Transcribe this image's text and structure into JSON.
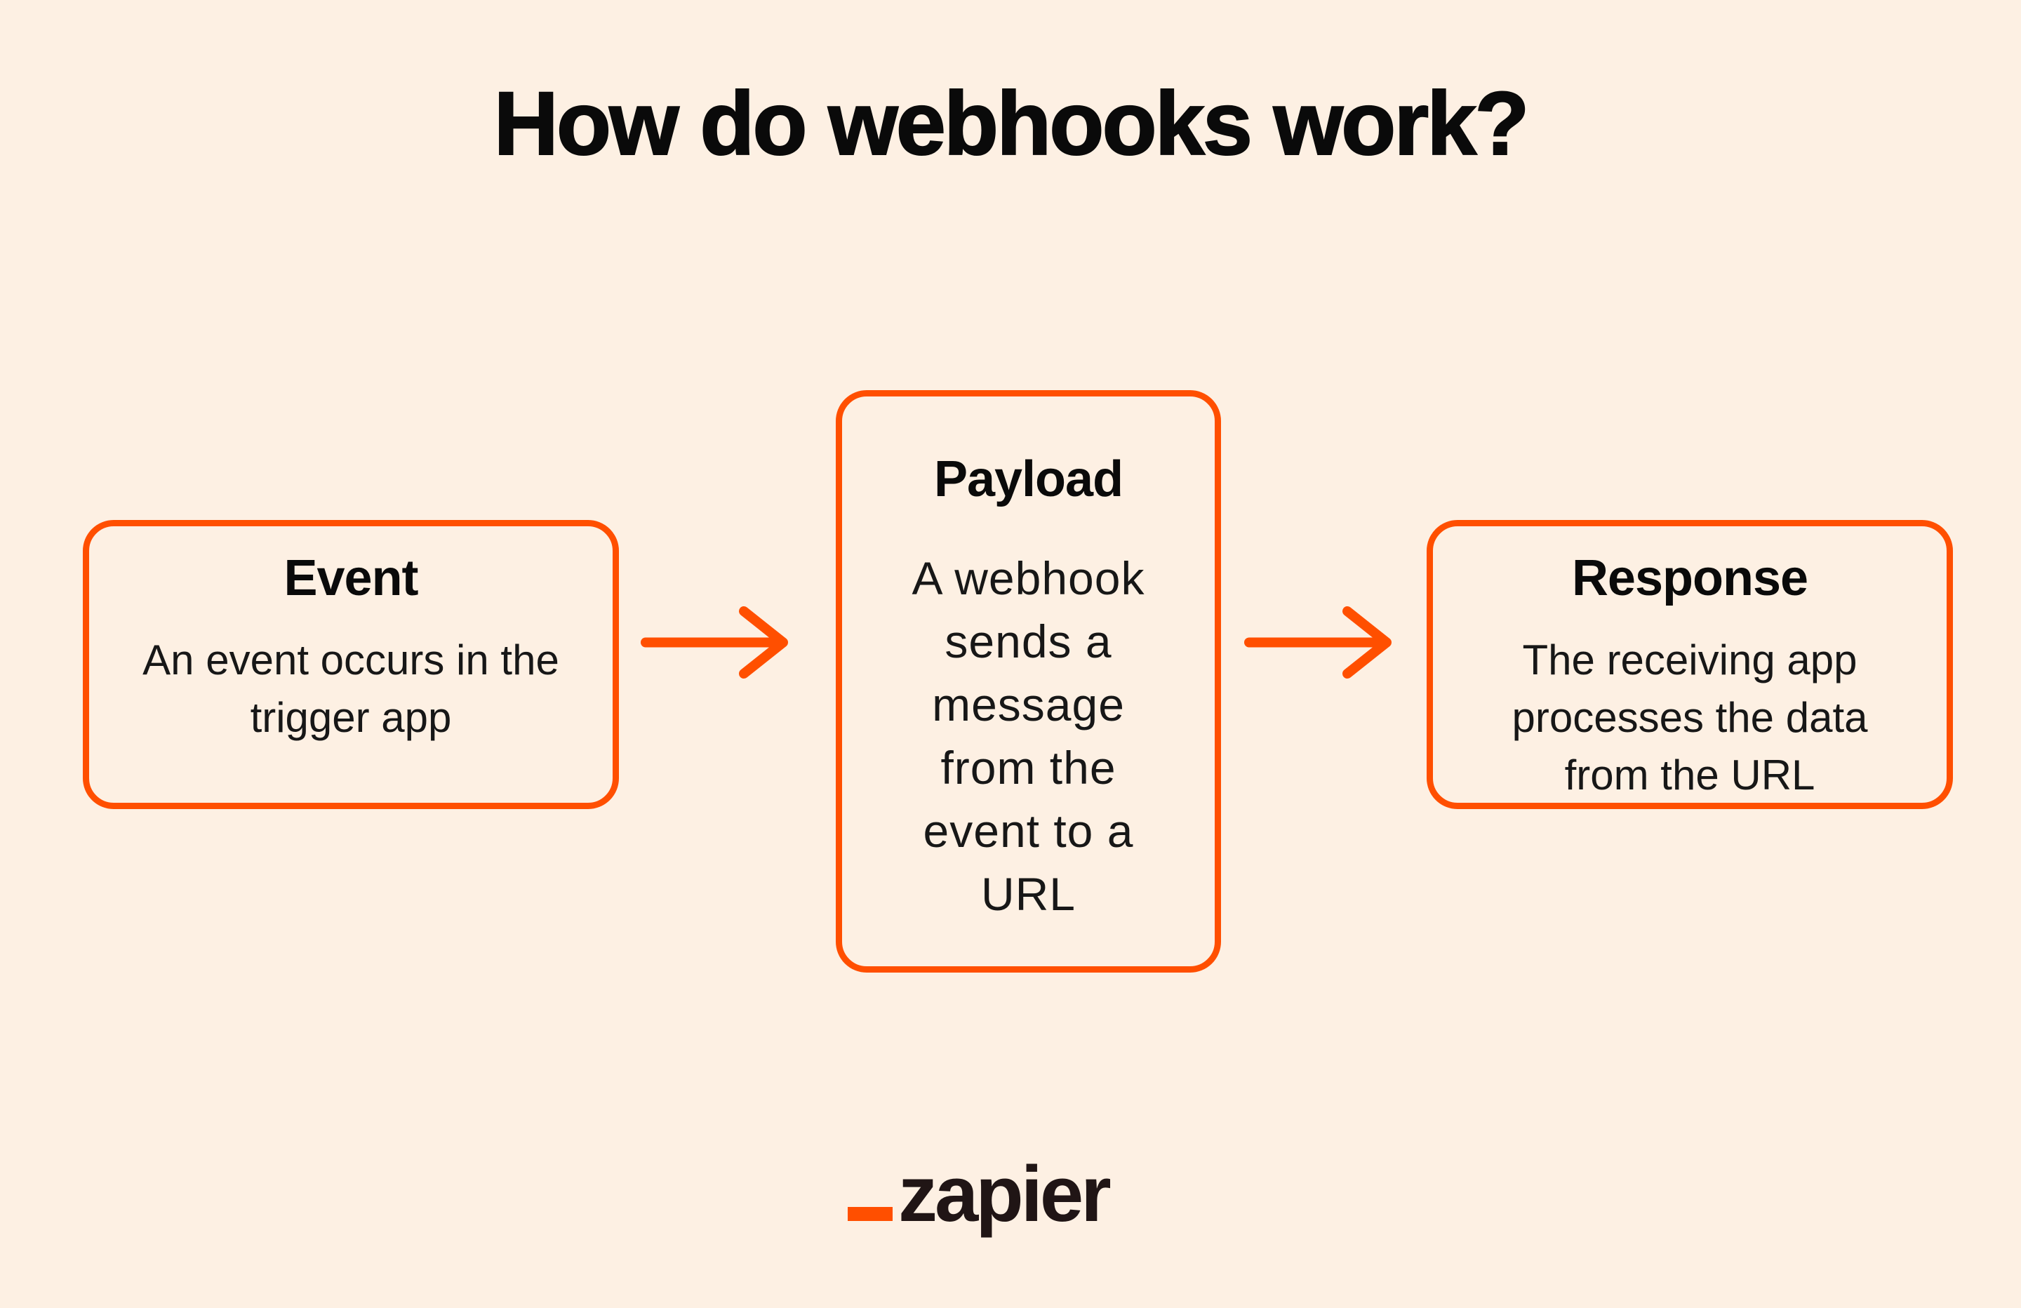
{
  "page": {
    "background_color": "#FDF0E3",
    "accent_color": "#FF4F00",
    "text_color": "#0A0A0A"
  },
  "title": "How do webhooks work?",
  "diagram": {
    "steps": [
      {
        "title": "Event",
        "description": "An event occurs in the trigger app"
      },
      {
        "title": "Payload",
        "description": "A webhook sends a message from the event to a URL"
      },
      {
        "title": "Response",
        "description": "The receiving app processes the data from the URL"
      }
    ],
    "connector": "arrow-right"
  },
  "footer": {
    "logo_text": "zapier"
  }
}
